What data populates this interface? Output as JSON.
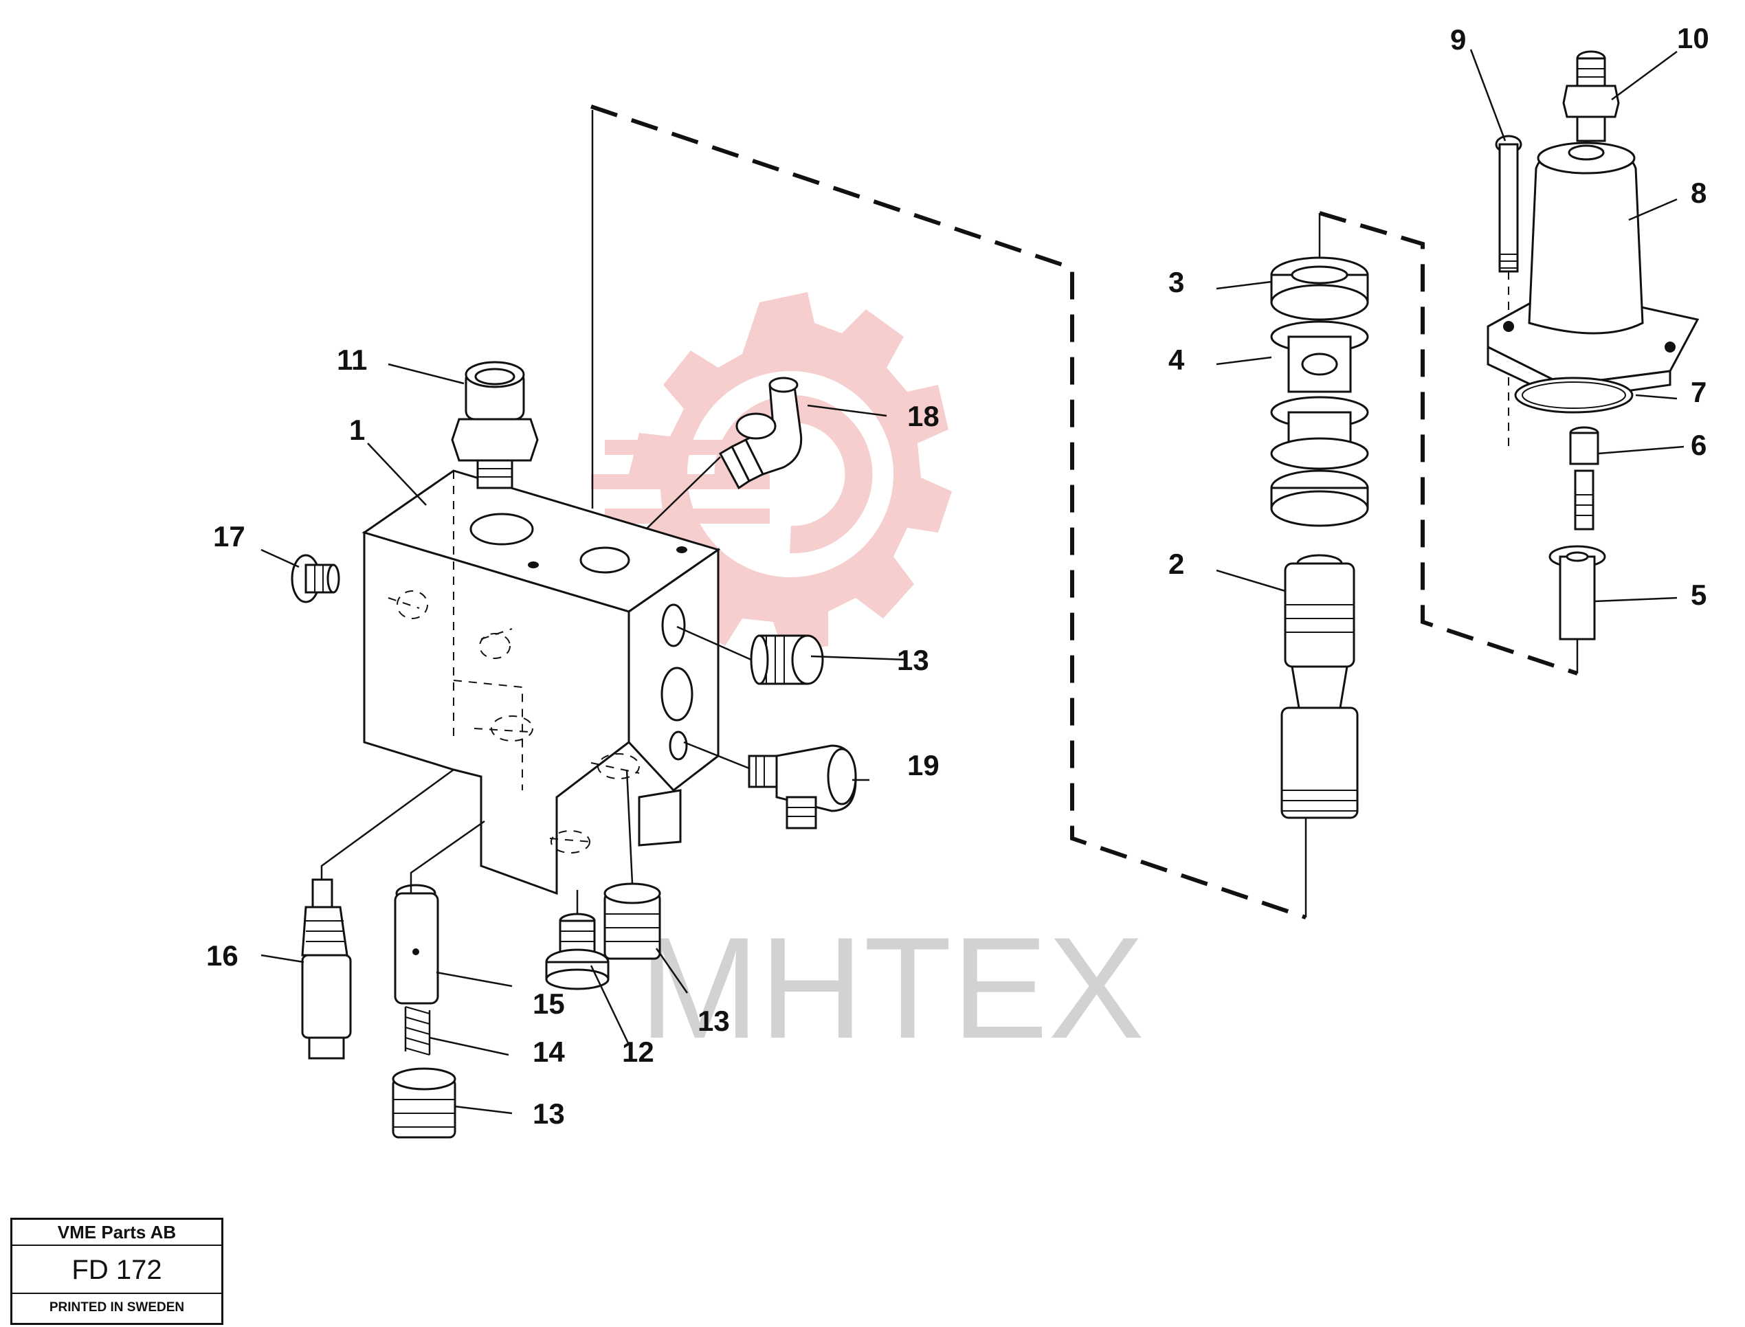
{
  "callouts": {
    "c1": "1",
    "c2": "2",
    "c3": "3",
    "c4": "4",
    "c5": "5",
    "c6": "6",
    "c7": "7",
    "c8": "8",
    "c9": "9",
    "c10": "10",
    "c11": "11",
    "c12": "12",
    "c13a": "13",
    "c13b": "13",
    "c13c": "13",
    "c14": "14",
    "c15": "15",
    "c16": "16",
    "c17": "17",
    "c18": "18",
    "c19": "19"
  },
  "watermark": {
    "text": "MHTEX",
    "color": "#f5c6c6"
  },
  "stamp": {
    "company": "VME Parts AB",
    "code": "FD 172",
    "printed": "PRINTED IN SWEDEN"
  }
}
